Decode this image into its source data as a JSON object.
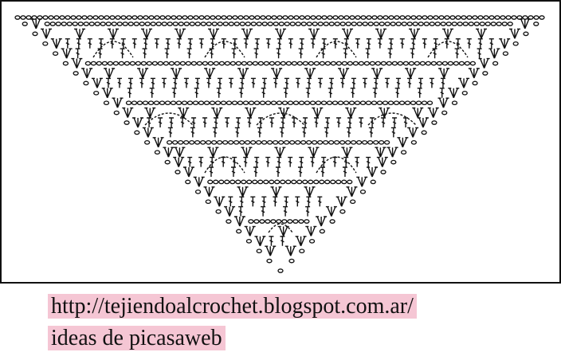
{
  "caption": {
    "url": "http://tejiendoalcrochet.blogspot.com.ar/",
    "credit": "ideas de  picasaweb"
  },
  "colors": {
    "ink": "#111111",
    "highlight": "#f5c6d4",
    "frame": "#111111"
  },
  "diagram": {
    "motifs": [
      "chain-stitch",
      "double-crochet",
      "v-stitch",
      "fan-arch"
    ]
  }
}
